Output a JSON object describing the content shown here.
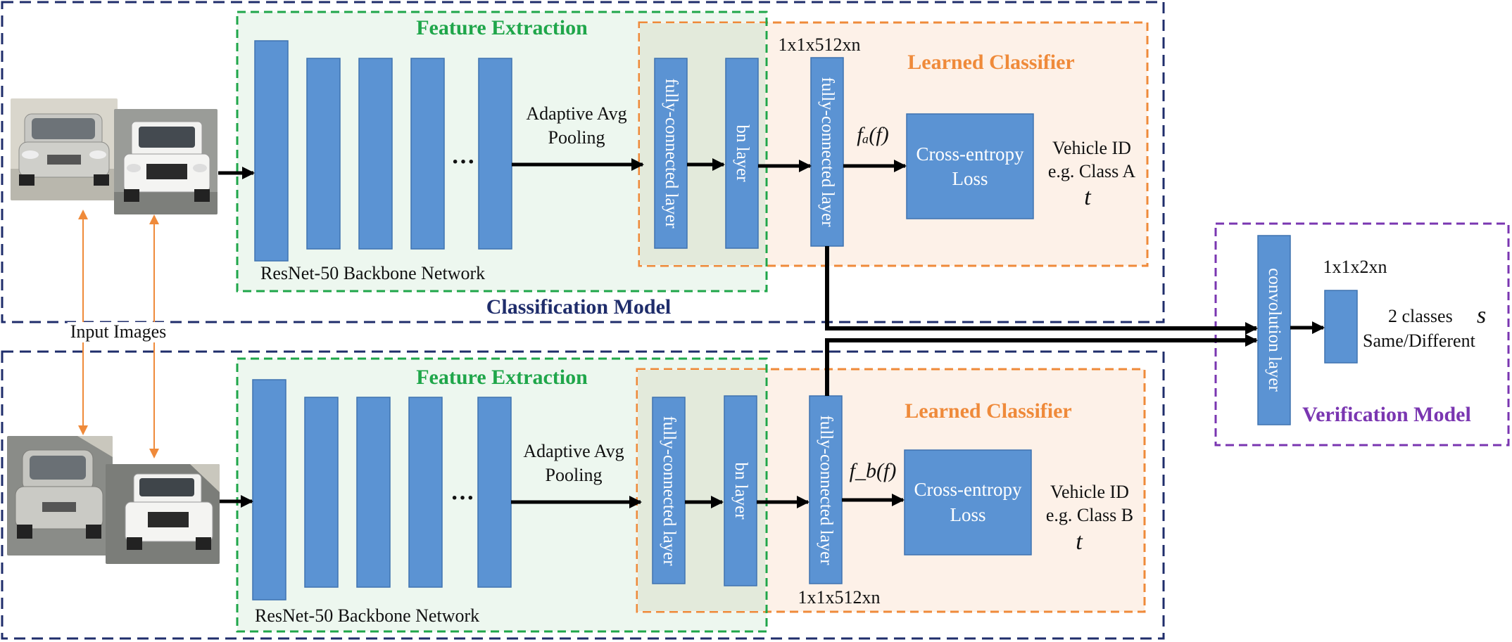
{
  "colors": {
    "navy_border": "#1f2d6b",
    "green_border": "#1fa64a",
    "green_fill": "#edf7ef",
    "orange_border": "#ef8a3a",
    "orange_fill": "#fdf1e8",
    "overlap_fill": "#e3eadb",
    "purple_border": "#7a36b1",
    "box_blue": "#5b93d3",
    "arrow": "#000000",
    "input_arrow": "#ef8a3a"
  },
  "top": {
    "feature_title": "Feature Extraction",
    "classifier_title": "Learned Classifier",
    "model_title": "Classification Model",
    "backbone_label": "ResNet-50 Backbone Network",
    "pool_label_1": "Adaptive Avg",
    "pool_label_2": "Pooling",
    "ellipsis": "···",
    "fc_label": "fully-connected layer",
    "bn_label": "bn layer",
    "fc2_label": "fully-connected layer",
    "dim_label": "1x1x512xn",
    "feature_symbol": "fₐ(f)",
    "loss_line1": "Cross-entropy",
    "loss_line2": "Loss",
    "vid_line1": "Vehicle ID",
    "vid_line2": "e.g. Class A",
    "t_symbol": "t"
  },
  "bottom": {
    "feature_title": "Feature Extraction",
    "classifier_title": "Learned Classifier",
    "backbone_label": "ResNet-50 Backbone Network",
    "pool_label_1": "Adaptive Avg",
    "pool_label_2": "Pooling",
    "ellipsis": "···",
    "fc_label": "fully-connected layer",
    "bn_label": "bn layer",
    "fc2_label": "fully-connected layer",
    "dim_label": "1x1x512xn",
    "feature_symbol": "f_b(f)",
    "loss_line1": "Cross-entropy",
    "loss_line2": "Loss",
    "vid_line1": "Vehicle ID",
    "vid_line2": "e.g. Class B",
    "t_symbol": "t"
  },
  "input_images_label": "Input Images",
  "verification": {
    "title": "Verification Model",
    "conv_label": "convolution layer",
    "dim_label": "1x1x2xn",
    "classes_line1": "2 classes",
    "s_symbol": "s",
    "classes_line2": "Same/Different"
  },
  "icons": {
    "top_car_1": "silver-suv-photo",
    "top_car_2": "white-pickup-photo",
    "bottom_car_1": "silver-suv-photo",
    "bottom_car_2": "white-pickup-photo"
  }
}
